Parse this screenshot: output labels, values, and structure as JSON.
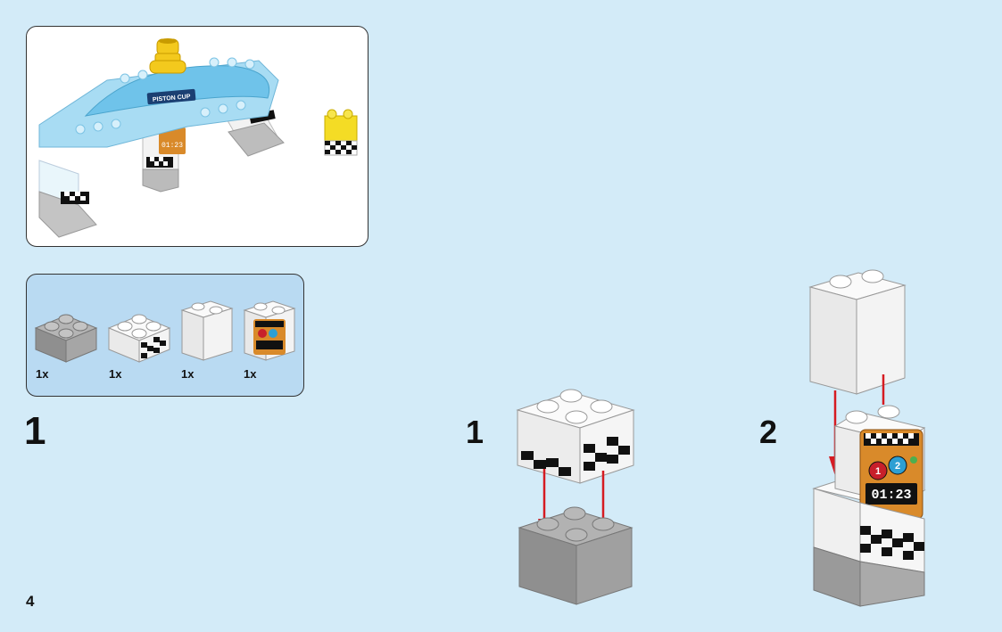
{
  "preview": {
    "banner_text": "PISTON CUP",
    "timer_text": "01:23"
  },
  "parts_list": [
    {
      "qty": "1x",
      "part": "gray-brick-2x2"
    },
    {
      "qty": "1x",
      "part": "white-brick-2x2-checkered"
    },
    {
      "qty": "1x",
      "part": "white-brick-1x2-tall"
    },
    {
      "qty": "1x",
      "part": "white-brick-1x2-tall-timer"
    }
  ],
  "step_number": "1",
  "substeps": [
    {
      "number": "1"
    },
    {
      "number": "2",
      "timer_text": "01:23",
      "racer_numbers": [
        "1",
        "2"
      ]
    }
  ],
  "page_number": "4",
  "colors": {
    "background": "#d3ebf8",
    "arrow": "#d51b22",
    "gray_brick": "#9a9a9a",
    "white_brick": "#f4f4f4",
    "sign_orange": "#d98a2a",
    "banner_blue": "#6fc3ea"
  }
}
